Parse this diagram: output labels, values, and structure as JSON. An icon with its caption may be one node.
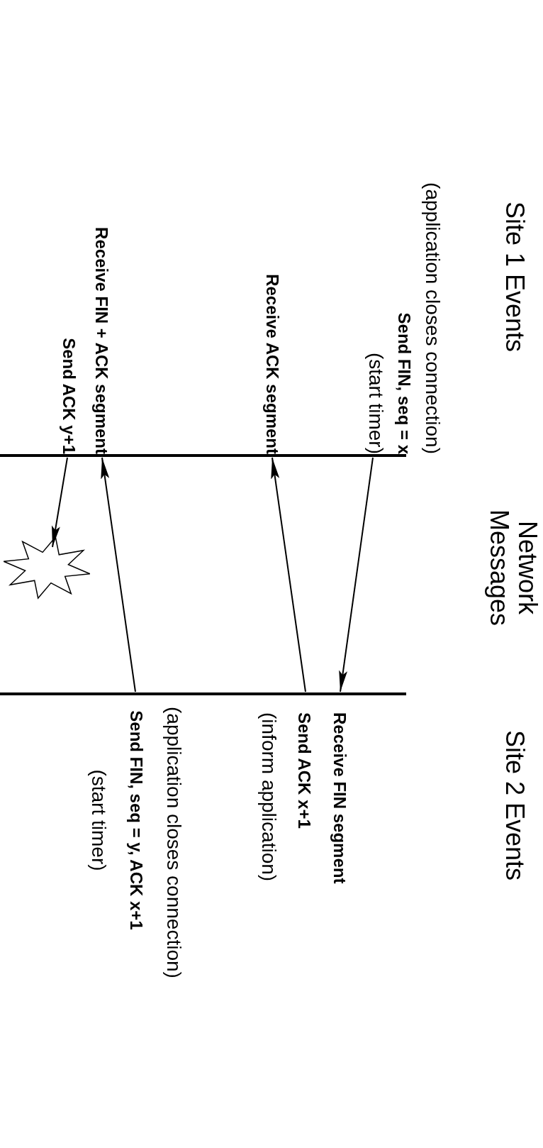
{
  "diagram": {
    "nodes": [
      {
        "text": [
          "(application closes connection)",
          "Send FIN, seq = x",
          "(start timer)"
        ]
      },
      {
        "text": [
          "Receive ACK segment"
        ]
      },
      {
        "text": [
          "Receive FIN + ACK segment",
          "Send ACK y+1"
        ]
      },
      {
        "text": [
          "Receive FIN segment",
          "Send ACK x+1",
          "(inform application)"
        ]
      },
      {
        "text": [
          "(application closes connection)",
          "Send FIN, seq = y, ACK x+1",
          "(start timer)"
        ]
      },
      {
        "text": [],
        "shape": "star"
      }
    ],
    "edges": [
      {
        "from": 0,
        "to": 3,
        "arrow": "to"
      },
      {
        "from": 3,
        "to": 1,
        "arrow": "to"
      },
      {
        "from": 4,
        "to": 2,
        "arrow": "to"
      },
      {
        "from": 2,
        "to": 5,
        "arrow": "to"
      }
    ],
    "labels": [
      "Site 1 Events",
      "Network Messages",
      "Site 2 Events"
    ]
  }
}
